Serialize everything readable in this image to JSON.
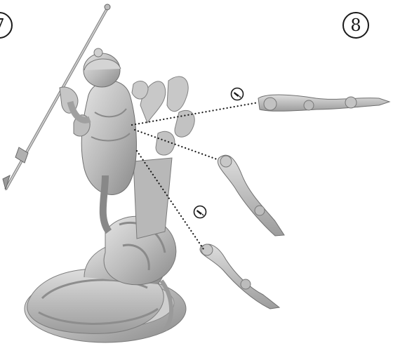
{
  "step_markers": [
    {
      "number": "7"
    },
    {
      "number": "8"
    }
  ],
  "glue_markers": [
    {
      "icon": "glue-nozzle-icon"
    },
    {
      "icon": "glue-nozzle-icon"
    }
  ],
  "illustration": {
    "subject": "miniature-assembly",
    "tone": "grayscale"
  },
  "colors": {
    "ink": "#1a1a1a",
    "model_fill": "#c9c9c9",
    "model_shade": "#9a9a9a",
    "model_dark": "#6d6d6d",
    "background": "#ffffff"
  }
}
